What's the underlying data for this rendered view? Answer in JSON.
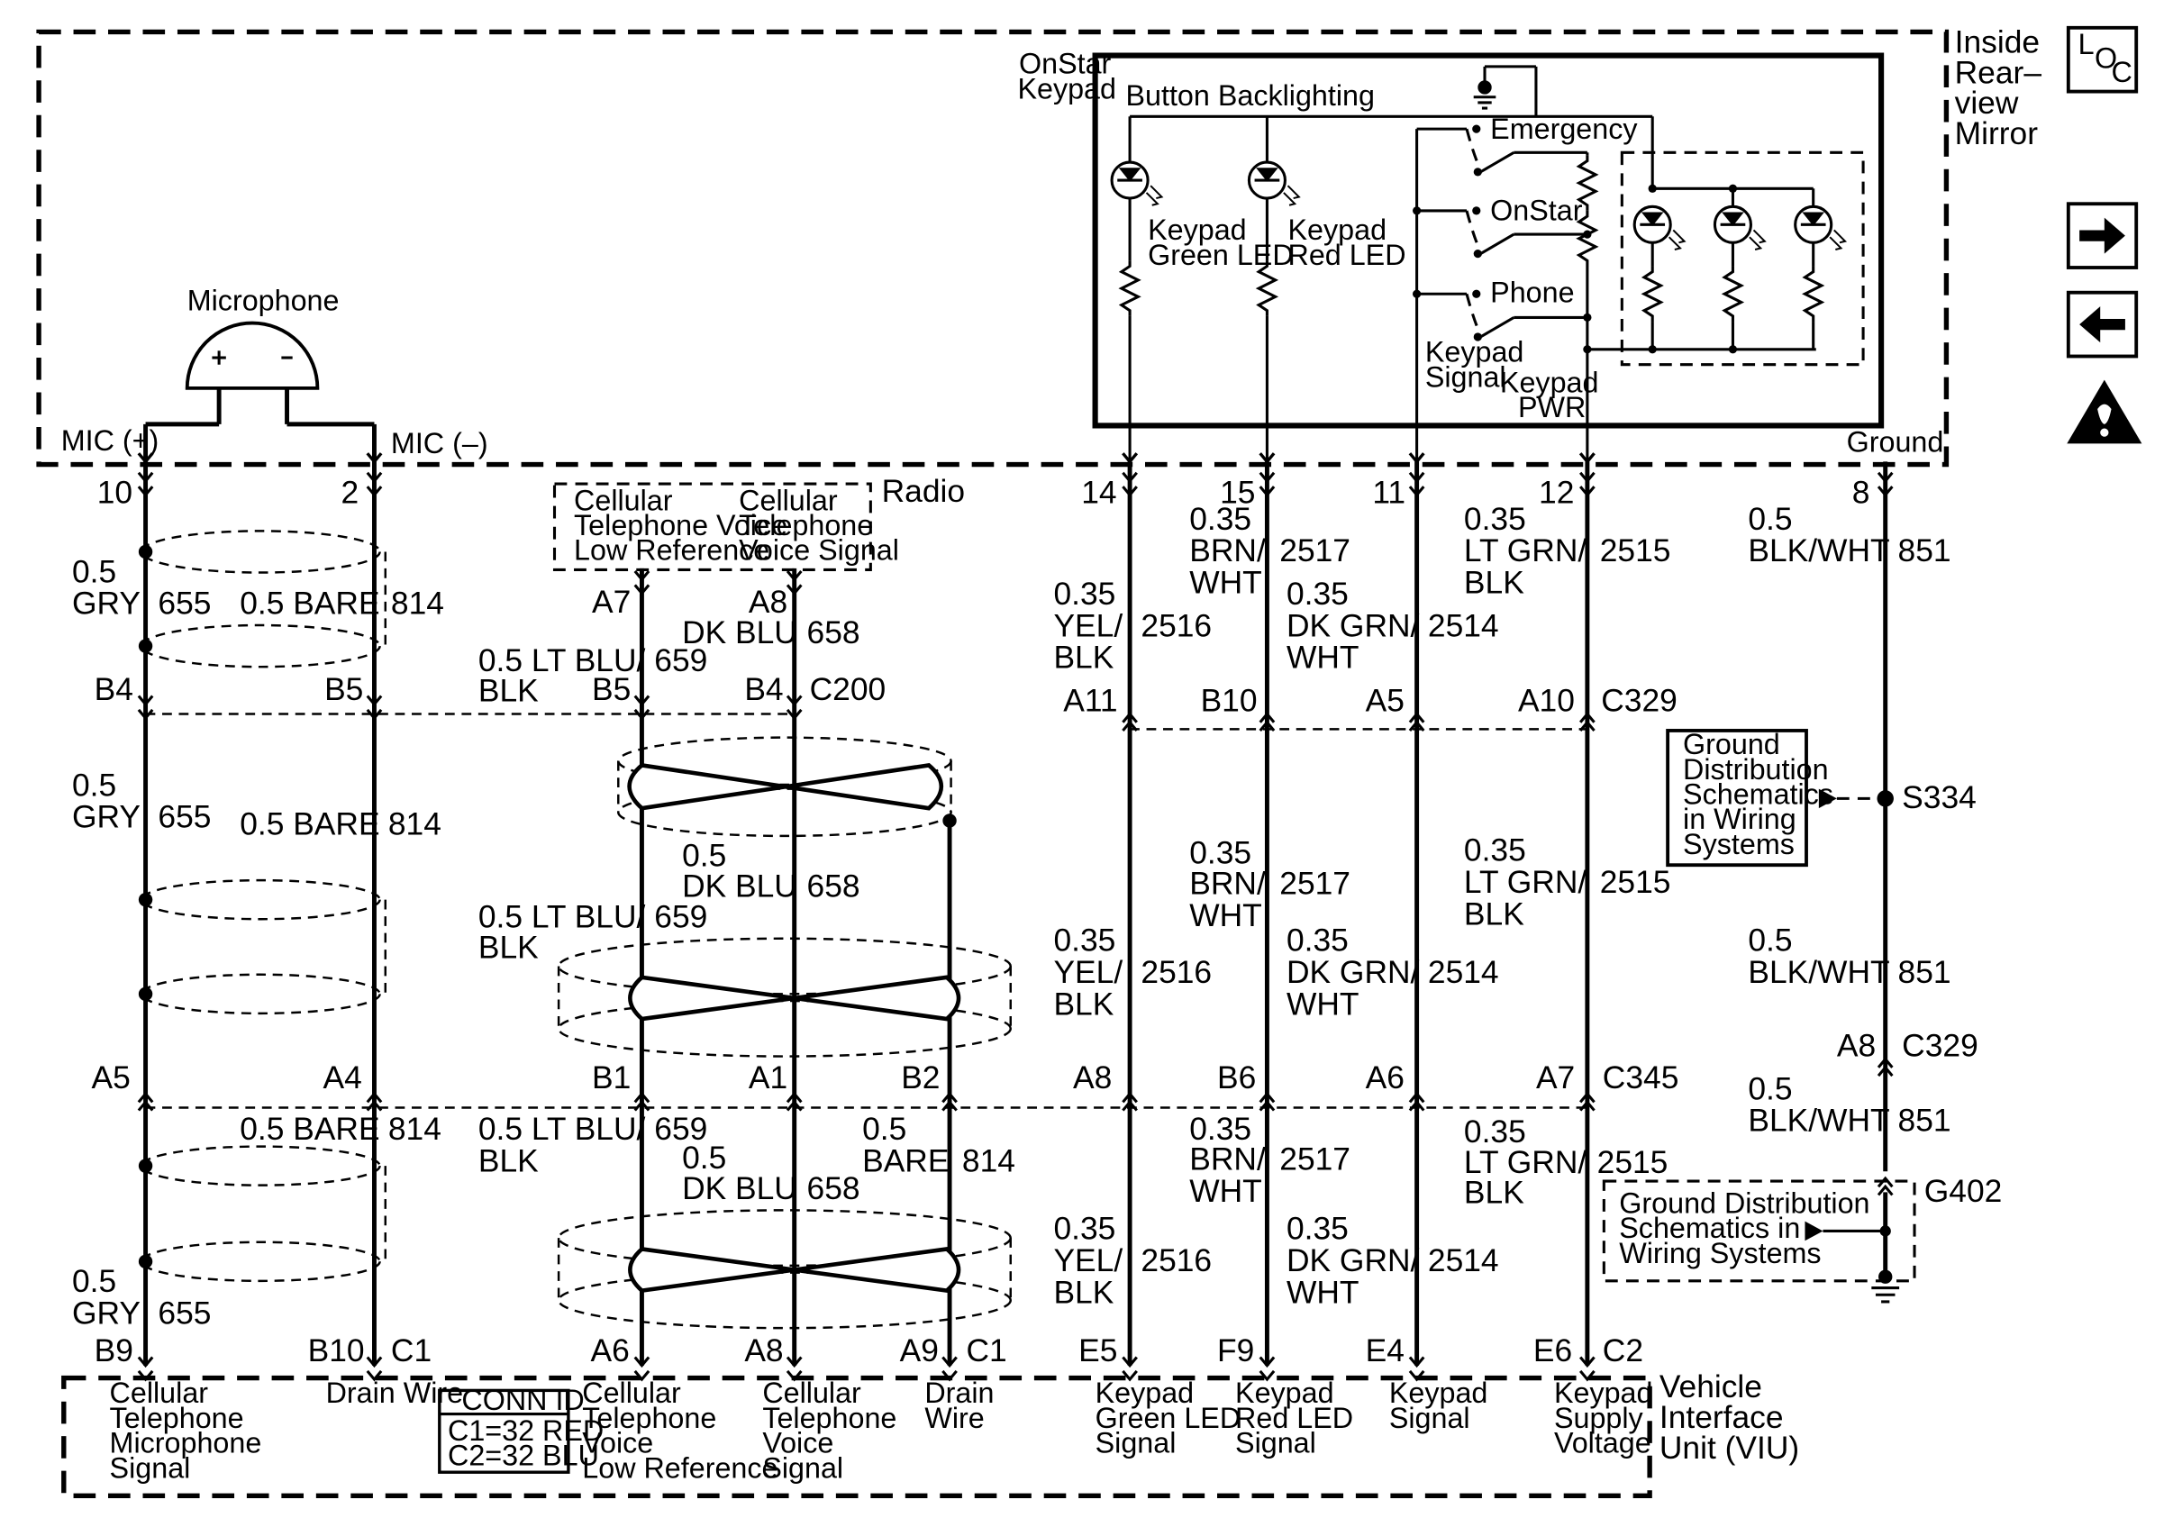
{
  "regions": {
    "mirror": "Inside Rear– view Mirror",
    "onstar_keypad": "OnStar Keypad",
    "button_backlighting": "Button Backlighting",
    "radio": "Radio",
    "viu": "Vehicle Interface Unit (VIU)"
  },
  "mirror_labels": {
    "emergency": "Emergency",
    "onstar": "OnStar",
    "phone": "Phone",
    "keypad_green_led": "Keypad Green LED",
    "keypad_red_led": "Keypad Red LED",
    "keypad_signal": "Keypad Signal",
    "keypad_pwr": "Keypad PWR",
    "microphone": "Microphone",
    "mic_pos": "MIC (+)",
    "mic_neg": "MIC (–)",
    "ground": "Ground"
  },
  "radio_labels": {
    "low_ref": "Cellular Telephone Voice Low Reference",
    "voice_signal": "Cellular Telephone Voice Signal"
  },
  "ground_dist": {
    "s334_box": "Ground Distribution Schematics in Wiring Systems",
    "g402_box": "Ground Distribution Schematics in Wiring Systems"
  },
  "connectors": {
    "c200": "C200",
    "c329": "C329",
    "c345": "C345",
    "c1": "C1",
    "c2": "C2",
    "s334": "S334",
    "g402": "G402"
  },
  "conn_id": {
    "title": "CONN ID",
    "c1": "C1=32 RED",
    "c2": "C2=32 BLU"
  },
  "viu_labels": {
    "mic_signal": "Cellular Telephone Microphone Signal",
    "drain_wire_1": "Drain Wire",
    "voice_low_ref": "Cellular Telephone Voice Low Reference",
    "voice_signal": "Cellular Telephone Voice Signal",
    "drain_wire_2": "Drain Wire",
    "green_led_signal": "Keypad Green LED Signal",
    "red_led_signal": "Keypad Red LED Signal",
    "keypad_signal": "Keypad Signal",
    "supply_voltage": "Keypad Supply Voltage"
  },
  "pins": {
    "p10": "10",
    "p2": "2",
    "p14": "14",
    "p15": "15",
    "p11": "11",
    "p12": "12",
    "p8": "8",
    "a7_r": "A7",
    "a8_r": "A8",
    "b4_t": "B4",
    "b5_t": "B5",
    "b5_m": "B5",
    "b4_m": "B4",
    "a11": "A11",
    "b10_t": "B10",
    "a5_t": "A5",
    "a10": "A10",
    "a5_m": "A5",
    "a4_m": "A4",
    "b1": "B1",
    "a1": "A1",
    "b2": "B2",
    "a8_m": "A8",
    "b6": "B6",
    "a6_m": "A6",
    "a7_m": "A7",
    "a8_g": "A8",
    "b9": "B9",
    "b10_b": "B10",
    "a6_b": "A6",
    "a8_b": "A8",
    "a9_b": "A9",
    "e5": "E5",
    "f9": "F9",
    "e4": "E4",
    "e6": "E6"
  },
  "wires": {
    "gray_a1": "0.5",
    "gray_a2": "GRY",
    "n655_a": "655",
    "bare_a": "0.5 BARE",
    "n814_a": "814",
    "gray_b1": "0.5",
    "gray_b2": "GRY",
    "n655_b": "655",
    "bare_b": "0.5 BARE",
    "n814_b": "814",
    "bare_c": "0.5 BARE",
    "n814_c": "814",
    "gray_c1": "0.5",
    "gray_c2": "GRY",
    "n655_c": "655",
    "dkblu_a": "DK BLU",
    "n658_a": "658",
    "ltblu_a1": "0.5 LT BLU/",
    "ltblu_a2": "BLK",
    "n659_a": "659",
    "dkblu_b0": "0.5",
    "dkblu_b": "DK BLU",
    "n658_b": "658",
    "ltblu_b1": "0.5 LT BLU/",
    "ltblu_b2": "BLK",
    "n659_b": "659",
    "ltblu_c1": "0.5 LT BLU/",
    "ltblu_c2": "BLK",
    "n659_c": "659",
    "dkblu_c0": "0.5",
    "dkblu_c": "DK BLU",
    "n658_c": "658",
    "bare_d0": "0.5",
    "bare_d": "BARE",
    "n814_d": "814",
    "yel_a0": "0.35",
    "yel_a1": "YEL/",
    "yel_a2": "BLK",
    "n2516_a": "2516",
    "brn_a0": "0.35",
    "brn_a1": "BRN/",
    "brn_a2": "WHT",
    "n2517_a": "2517",
    "dkg_a0": "0.35",
    "dkg_a1": "DK GRN/",
    "dkg_a2": "WHT",
    "n2514_a": "2514",
    "ltg_a0": "0.35",
    "ltg_a1": "LT GRN/",
    "ltg_a2": "BLK",
    "n2515_a": "2515",
    "bw_a0": "0.5",
    "bw_a1": "BLK/WHT",
    "n851_a": "851",
    "yel_b0": "0.35",
    "yel_b1": "YEL/",
    "yel_b2": "BLK",
    "n2516_b": "2516",
    "brn_b0": "0.35",
    "brn_b1": "BRN/",
    "brn_b2": "WHT",
    "n2517_b": "2517",
    "dkg_b0": "0.35",
    "dkg_b1": "DK GRN/",
    "dkg_b2": "WHT",
    "n2514_b": "2514",
    "ltg_b0": "0.35",
    "ltg_b1": "LT GRN/",
    "ltg_b2": "BLK",
    "n2515_b": "2515",
    "bw_b0": "0.5",
    "bw_b1": "BLK/WHT",
    "n851_b": "851",
    "yel_c0": "0.35",
    "yel_c1": "YEL/",
    "yel_c2": "BLK",
    "n2516_c": "2516",
    "brn_c0": "0.35",
    "brn_c1": "BRN/",
    "brn_c2": "WHT",
    "n2517_c": "2517",
    "dkg_c0": "0.35",
    "dkg_c1": "DK GRN/",
    "dkg_c2": "WHT",
    "n2514_c": "2514",
    "ltg_c0": "0.35",
    "ltg_c1": "LT GRN/",
    "ltg_c2": "BLK",
    "n2515_c": "2515",
    "bw_c0": "0.5",
    "bw_c1": "BLK/WHT",
    "n851_c": "851"
  },
  "nav": {
    "loc_l": "L",
    "loc_o": "O",
    "loc_c": "C",
    "forward_icon": "arrow-right-icon",
    "back_icon": "arrow-left-icon",
    "caution_icon": "caution-icon"
  }
}
